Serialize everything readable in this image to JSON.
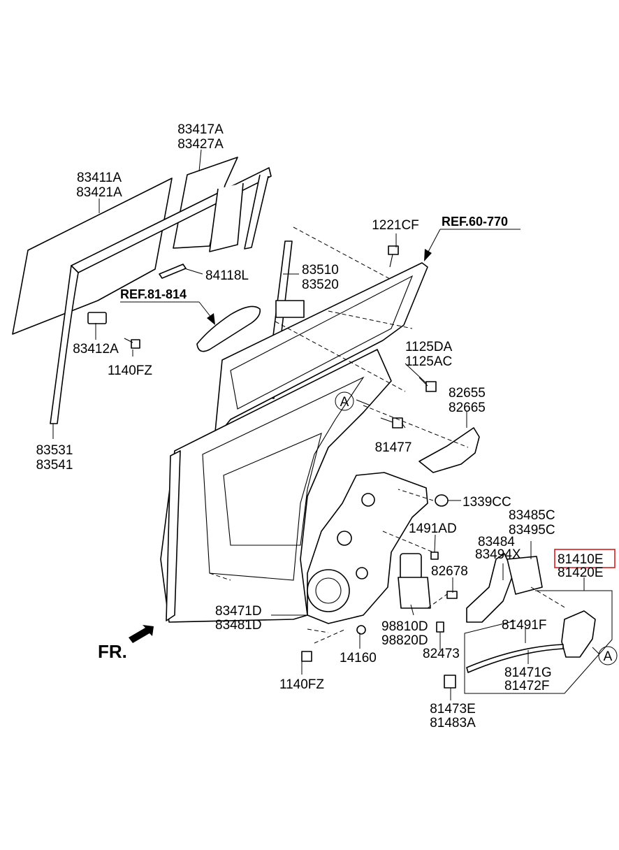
{
  "labels": {
    "p83417A": "83417A",
    "p83427A": "83427A",
    "p83411A": "83411A",
    "p83421A": "83421A",
    "p84118L": "84118L",
    "p83510": "83510",
    "p83520": "83520",
    "p1221CF": "1221CF",
    "ref60770": "REF.60-770",
    "ref81814": "REF.81-814",
    "p83412A": "83412A",
    "p1140FZ_top": "1140FZ",
    "p1125DA": "1125DA",
    "p1125AC": "1125AC",
    "p82655": "82655",
    "p82665": "82665",
    "calloutA_left": "A",
    "p81477": "81477",
    "p83531": "83531",
    "p83541": "83541",
    "p1339CC": "1339CC",
    "p83485C": "83485C",
    "p83495C": "83495C",
    "p1491AD": "1491AD",
    "p83484": "83484",
    "p83494X": "83494X",
    "p81410E": "81410E",
    "p81420E": "81420E",
    "p82678": "82678",
    "p83471D": "83471D",
    "p83481D": "83481D",
    "p98810D": "98810D",
    "p98820D": "98820D",
    "p81491F": "81491F",
    "calloutA_right": "A",
    "fr": "FR.",
    "p14160": "14160",
    "p82473": "82473",
    "p81471G": "81471G",
    "p81472F": "81472F",
    "p1140FZ_bottom": "1140FZ",
    "p81473E": "81473E",
    "p81483A": "81483A"
  },
  "highlight_color": "#e0191b"
}
